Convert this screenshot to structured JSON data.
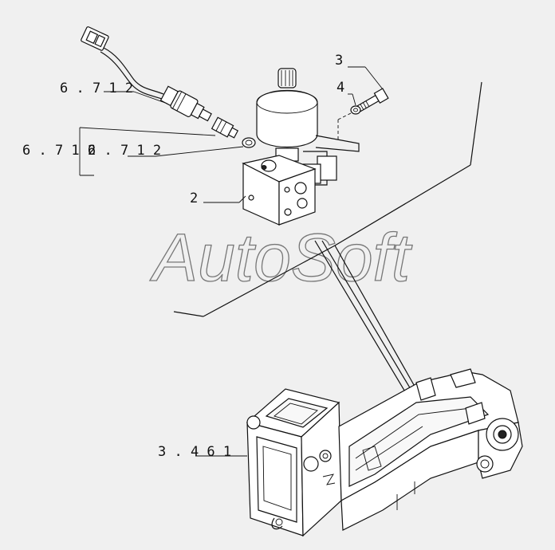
{
  "watermark": "AutoSoft",
  "callouts": {
    "c3": "3",
    "c4": "4",
    "c2": "2",
    "ref_6712_top": "6 . 7 1 2",
    "ref_6716": "6 . 7 1 6",
    "ref_6712_mid": "2 . 7 1 2",
    "ref_3461": "3 . 4 6 1"
  }
}
